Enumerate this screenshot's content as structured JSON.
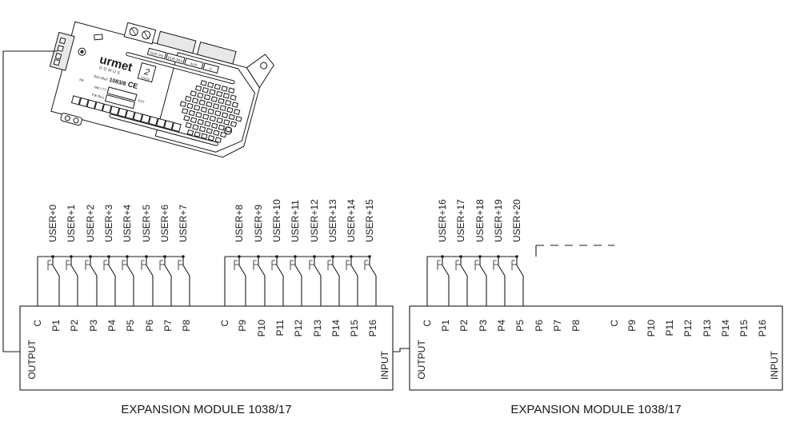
{
  "device": {
    "brand": "urmet",
    "brand_sub": "DOMUS",
    "logo_number": "2",
    "logo_text": "VOICE",
    "model_prefix": "Sch./Ref.",
    "model": "1083/8",
    "ce_mark": "CE",
    "hw_label": "HW / TT",
    "fw_label": "FW Rev.",
    "pr_label": "PR",
    "ext_label": "EXT",
    "top_labels": [
      "DOP. PN",
      "DOP. PAS",
      "AUX",
      "①"
    ]
  },
  "modules": [
    {
      "output_label": "OUTPUT",
      "input_label": "INPUT",
      "caption": "EXPANSION MODULE 1038/17",
      "terminals": [
        "C",
        "P1",
        "P2",
        "P3",
        "P4",
        "P5",
        "P6",
        "P7",
        "P8",
        "C",
        "P9",
        "P10",
        "P11",
        "P12",
        "P13",
        "P14",
        "P15",
        "P16"
      ],
      "users": [
        "USER+0",
        "USER+1",
        "USER+2",
        "USER+3",
        "USER+4",
        "USER+5",
        "USER+6",
        "USER+7",
        "USER+8",
        "USER+9",
        "USER+10",
        "USER+11",
        "USER+12",
        "USER+13",
        "USER+14",
        "USER+15"
      ]
    },
    {
      "output_label": "OUTPUT",
      "input_label": "INPUT",
      "caption": "EXPANSION MODULE 1038/17",
      "terminals": [
        "C",
        "P1",
        "P2",
        "P3",
        "P4",
        "P5",
        "P6",
        "P7",
        "P8",
        "C",
        "P9",
        "P10",
        "P11",
        "P12",
        "P13",
        "P14",
        "P15",
        "P16"
      ],
      "users": [
        "USER+16",
        "USER+17",
        "USER+18",
        "USER+19",
        "USER+20"
      ]
    }
  ]
}
